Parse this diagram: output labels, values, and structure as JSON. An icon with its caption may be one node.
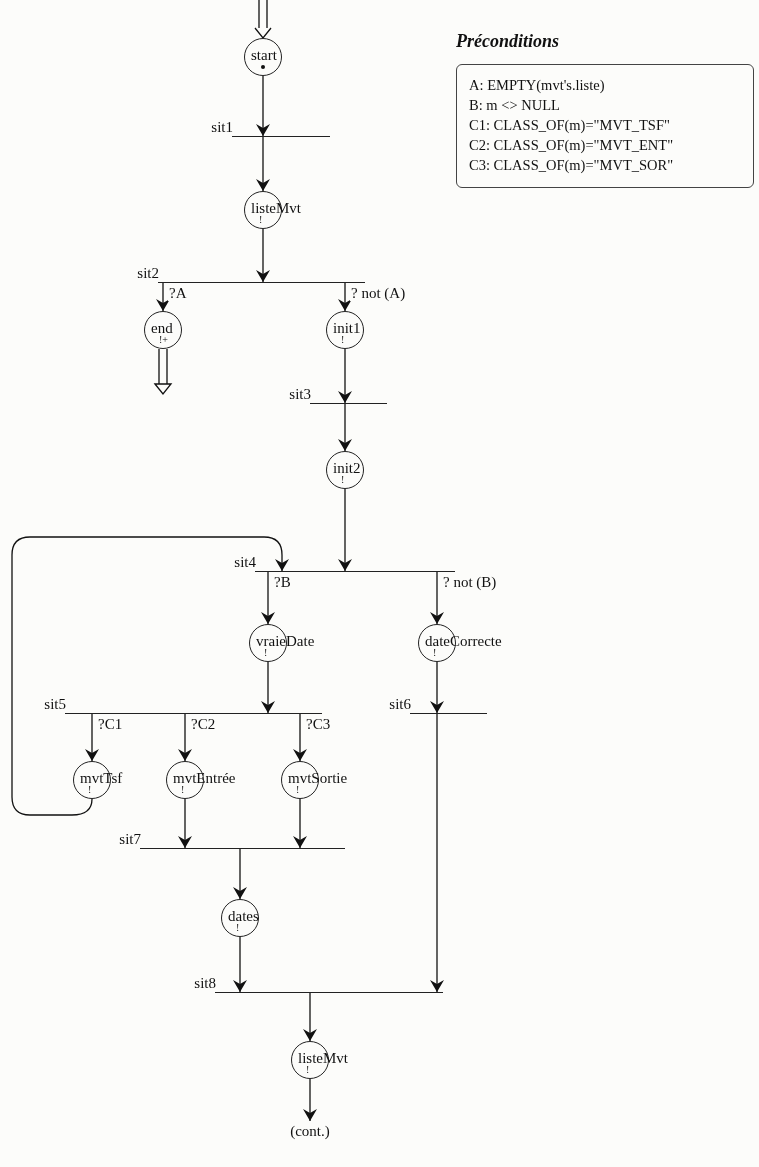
{
  "diagram": {
    "nodes": [
      {
        "text": [
          "start"
        ]
      },
      {
        "text": [],
        "shape": "bar",
        "beside": [
          "sit1"
        ]
      },
      {
        "text": [
          "listeMvt",
          "!"
        ]
      },
      {
        "text": [],
        "shape": "bar",
        "beside": [
          "sit2"
        ]
      },
      {
        "text": [
          "end",
          "!+"
        ]
      },
      {
        "text": [
          "init1",
          "!"
        ]
      },
      {
        "text": [],
        "shape": "bar",
        "beside": [
          "sit3"
        ]
      },
      {
        "text": [
          "init2",
          "!"
        ]
      },
      {
        "text": [],
        "shape": "bar",
        "beside": [
          "sit4"
        ]
      },
      {
        "text": [
          "vraieDate",
          "!"
        ]
      },
      {
        "text": [
          "dateCorrecte",
          "!"
        ]
      },
      {
        "text": [],
        "shape": "bar",
        "beside": [
          "sit5"
        ]
      },
      {
        "text": [],
        "shape": "bar",
        "beside": [
          "sit6"
        ]
      },
      {
        "text": [
          "mvtTsf",
          "!"
        ]
      },
      {
        "text": [
          "mvtEntrée",
          "!"
        ]
      },
      {
        "text": [
          "mvtSortie",
          "!"
        ]
      },
      {
        "text": [],
        "shape": "bar",
        "beside": [
          "sit7"
        ]
      },
      {
        "text": [
          "dates",
          "!"
        ]
      },
      {
        "text": [],
        "shape": "bar",
        "beside": [
          "sit8"
        ]
      },
      {
        "text": [
          "listeMvt",
          "!"
        ]
      },
      {
        "text": [
          "(cont.)"
        ]
      },
      {
        "text": [
          "Préconditions",
          "A: EMPTY(mvt's.liste)",
          "B: m <> NULL",
          "C1: CLASS_OF(m)=\"MVT_TSF\"",
          "C2: CLASS_OF(m)=\"MVT_ENT\"",
          "C3: CLASS_OF(m)=\"MVT_SOR\""
        ]
      }
    ],
    "edges": [
      {
        "from": null,
        "to": 0,
        "arrow": "to"
      },
      {
        "from": 0,
        "to": 1,
        "arrow": "to"
      },
      {
        "from": 1,
        "to": 2,
        "arrow": "to"
      },
      {
        "from": 2,
        "to": 3,
        "arrow": "to"
      },
      {
        "from": 3,
        "to": 4,
        "arrow": "to",
        "label": "?A"
      },
      {
        "from": 3,
        "to": 5,
        "arrow": "to",
        "label": "? not (A)"
      },
      {
        "from": 4,
        "to": null,
        "arrow": "to"
      },
      {
        "from": 5,
        "to": 6,
        "arrow": "to"
      },
      {
        "from": 6,
        "to": 7,
        "arrow": "to"
      },
      {
        "from": 7,
        "to": 8,
        "arrow": "to"
      },
      {
        "from": 13,
        "to": 8,
        "arrow": "to"
      },
      {
        "from": 8,
        "to": 9,
        "arrow": "to",
        "label": "?B"
      },
      {
        "from": 8,
        "to": 10,
        "arrow": "to",
        "label": "? not (B)"
      },
      {
        "from": 9,
        "to": 11,
        "arrow": "to"
      },
      {
        "from": 10,
        "to": 12,
        "arrow": "to"
      },
      {
        "from": 11,
        "to": 13,
        "arrow": "to",
        "label": "?C1"
      },
      {
        "from": 11,
        "to": 14,
        "arrow": "to",
        "label": "?C2"
      },
      {
        "from": 11,
        "to": 15,
        "arrow": "to",
        "label": "?C3"
      },
      {
        "from": 14,
        "to": 16,
        "arrow": "to"
      },
      {
        "from": 15,
        "to": 16,
        "arrow": "to"
      },
      {
        "from": 16,
        "to": 17,
        "arrow": "to"
      },
      {
        "from": 17,
        "to": 18,
        "arrow": "to"
      },
      {
        "from": 12,
        "to": 18,
        "arrow": "to"
      },
      {
        "from": 18,
        "to": 19,
        "arrow": "to"
      },
      {
        "from": 19,
        "to": 20,
        "arrow": "to"
      }
    ]
  }
}
